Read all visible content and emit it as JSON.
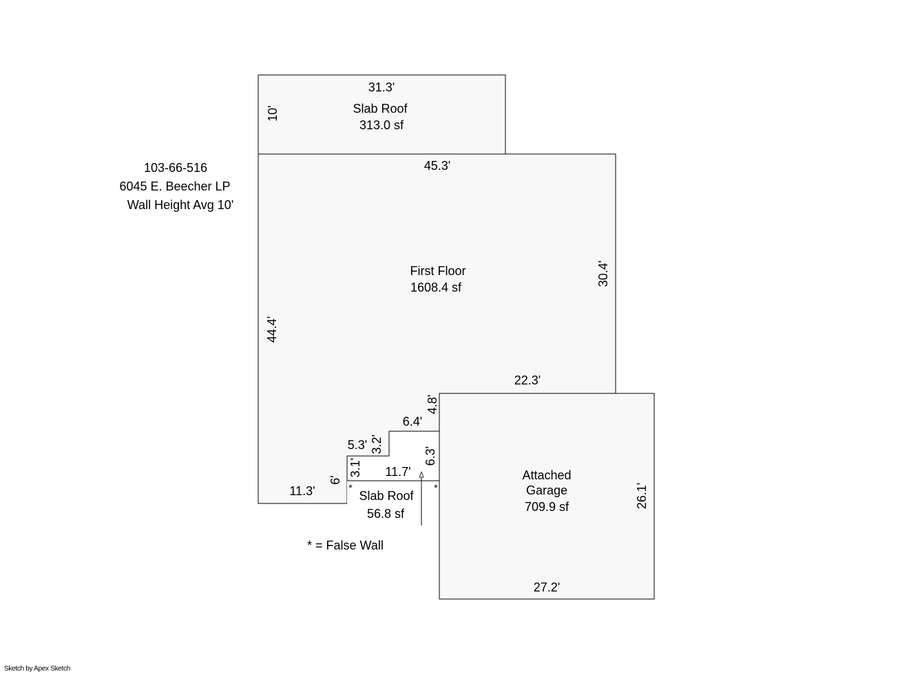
{
  "header": {
    "parcel": "103-66-516",
    "address": "6045 E. Beecher LP",
    "wall_height": "Wall Height Avg 10'"
  },
  "areas": {
    "slab_roof_top": {
      "name": "Slab Roof",
      "area": "313.0 sf"
    },
    "first_floor": {
      "name": "First Floor",
      "area": "1608.4 sf"
    },
    "slab_roof_bottom": {
      "name": "Slab Roof",
      "area": "56.8 sf"
    },
    "garage": {
      "name_line1": "Attached",
      "name_line2": "Garage",
      "area": "709.9 sf"
    }
  },
  "dimensions": {
    "top_width": "31.3'",
    "top_height": "10'",
    "ff_top": "45.3'",
    "ff_right": "30.4'",
    "ff_left": "44.4'",
    "ff_bottom": "11.3'",
    "garage_top": "22.3'",
    "garage_right": "26.1'",
    "garage_bottom": "27.2'",
    "step_48": "4.8'",
    "step_64": "6.4'",
    "step_32": "3.2'",
    "step_53": "5.3'",
    "step_31": "3.1'",
    "step_6": "6'",
    "step_117": "11.7'",
    "step_63": "6.3'"
  },
  "legend": {
    "asterisk_left": "*",
    "asterisk_right": "*",
    "false_wall": "* = False Wall"
  },
  "footer": {
    "credit": "Sketch by Apex Sketch"
  }
}
